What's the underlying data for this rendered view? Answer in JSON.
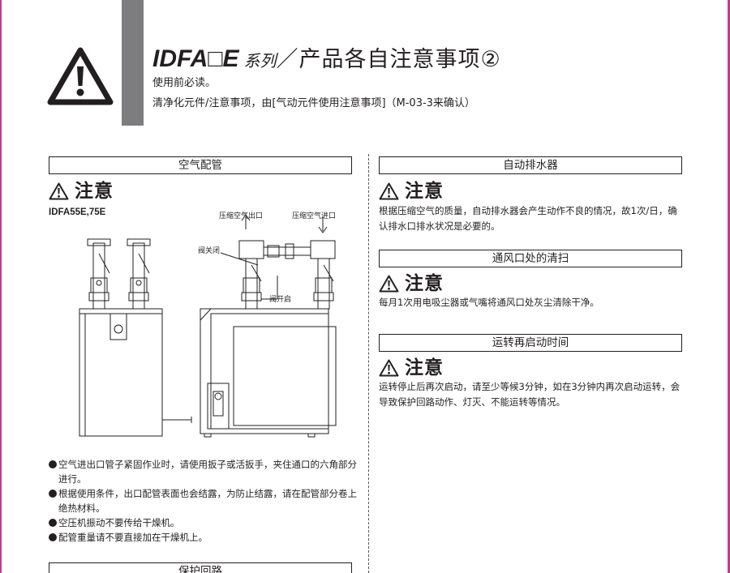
{
  "header": {
    "title_model": "IDFA□E",
    "title_series": "系列",
    "title_rest": "／产品各自注意事项②",
    "line1": "使用前必读。",
    "line2": "清净化元件/注意事项，由[气动元件使用注意事项]（M-03-3来确认）",
    "warning_icon": "warning-triangle-icon"
  },
  "left": {
    "section1_title": "空气配管",
    "caution_label": "注意",
    "model_label": "IDFA55E,75E",
    "diagram_labels": {
      "outlet": "压缩空气出口",
      "inlet": "压缩空气进口",
      "valve_closed": "阀关闭",
      "valve_open": "阀开启"
    },
    "bullets": [
      "空气进出口管子紧固作业时，请使用扳子或活扳手，夹住通口的六角部分进行。",
      "根据使用条件，出口配管表面也会结露，为防止结露，请在配管部分卷上绝热材料。",
      "空压机振动不要传给干燥机。",
      "配管重量请不要直接加在干燥机上。"
    ],
    "section2_title": "保护回路"
  },
  "right": {
    "sections": [
      {
        "title": "自动排水器",
        "caution_label": "注意",
        "text": "根据压缩空气的质量，自动排水器会产生动作不良的情况，故1次/日，确认排水口排水状况是必要的。"
      },
      {
        "title": "通风口处的清扫",
        "caution_label": "注意",
        "text": "每月1次用电吸尘器或气嘴将通风口处灰尘清除干净。"
      },
      {
        "title": "运转再启动时间",
        "caution_label": "注意",
        "text": "运转停止后再次启动，请至少等候3分钟，如在3分钟内再次启动运转，会导致保护回路动作、灯灭、不能运转等情况。"
      }
    ]
  },
  "colors": {
    "border_magenta": "#c23b8e",
    "bar_gray": "#7d7d7f",
    "text": "#231f20"
  }
}
